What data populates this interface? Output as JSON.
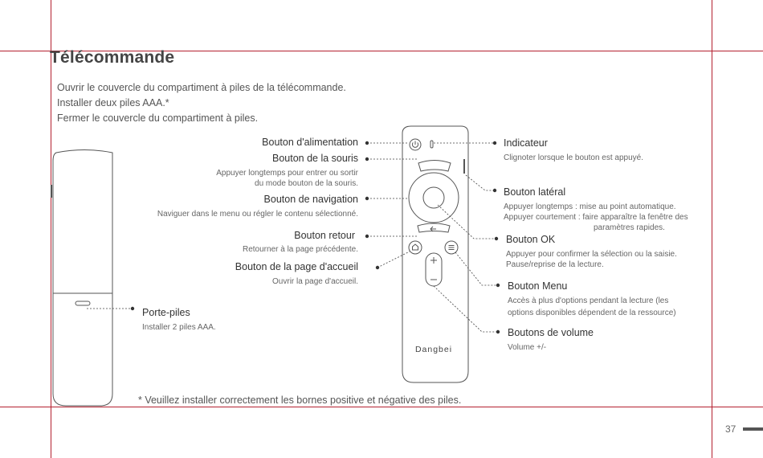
{
  "title": "Télécommande",
  "steps": [
    "Ouvrir le couvercle du compartiment à piles de la télécommande.",
    "Installer deux piles AAA.*",
    "Fermer le couvercle du compartiment à piles."
  ],
  "left_labels": {
    "power": "Bouton d'alimentation",
    "mouse": "Bouton de la souris",
    "mouse_desc_1": "Appuyer longtemps pour entrer ou sortir",
    "mouse_desc_2": "du mode bouton de la souris.",
    "nav": "Bouton de navigation",
    "nav_desc": "Naviguer dans le menu ou régler le contenu sélectionné.",
    "back": "Bouton retour",
    "back_desc": "Retourner à la page précédente.",
    "home": "Bouton de la page d'accueil",
    "home_desc": "Ouvrir la page d'accueil."
  },
  "right_labels": {
    "indicator": "Indicateur",
    "indicator_desc": "Clignoter lorsque le bouton est appuyé.",
    "side": "Bouton latéral",
    "side_desc_1": "Appuyer longtemps : mise au point automatique.",
    "side_desc_2": "Appuyer courtement : faire apparaître la fenêtre des",
    "side_desc_3": "paramètres rapides.",
    "ok": "Bouton OK",
    "ok_desc_1": "Appuyer pour confirmer la sélection ou la saisie.",
    "ok_desc_2": "Pause/reprise de la lecture.",
    "menu": "Bouton Menu",
    "menu_desc_1": "Accès à plus d'options pendant la lecture (les",
    "menu_desc_2": "options disponibles dépendent de la ressource)",
    "volume": "Boutons de volume",
    "volume_desc": "Volume +/-"
  },
  "battery": {
    "label": "Porte-piles",
    "desc": "Installer 2 piles AAA."
  },
  "remote": {
    "brand": "Dangbei"
  },
  "footnote": "* Veuillez installer correctement les bornes positive et négative des piles.",
  "page_number": "37",
  "colors": {
    "guide": "#b4202f",
    "outline": "#555555",
    "text": "#333333"
  }
}
